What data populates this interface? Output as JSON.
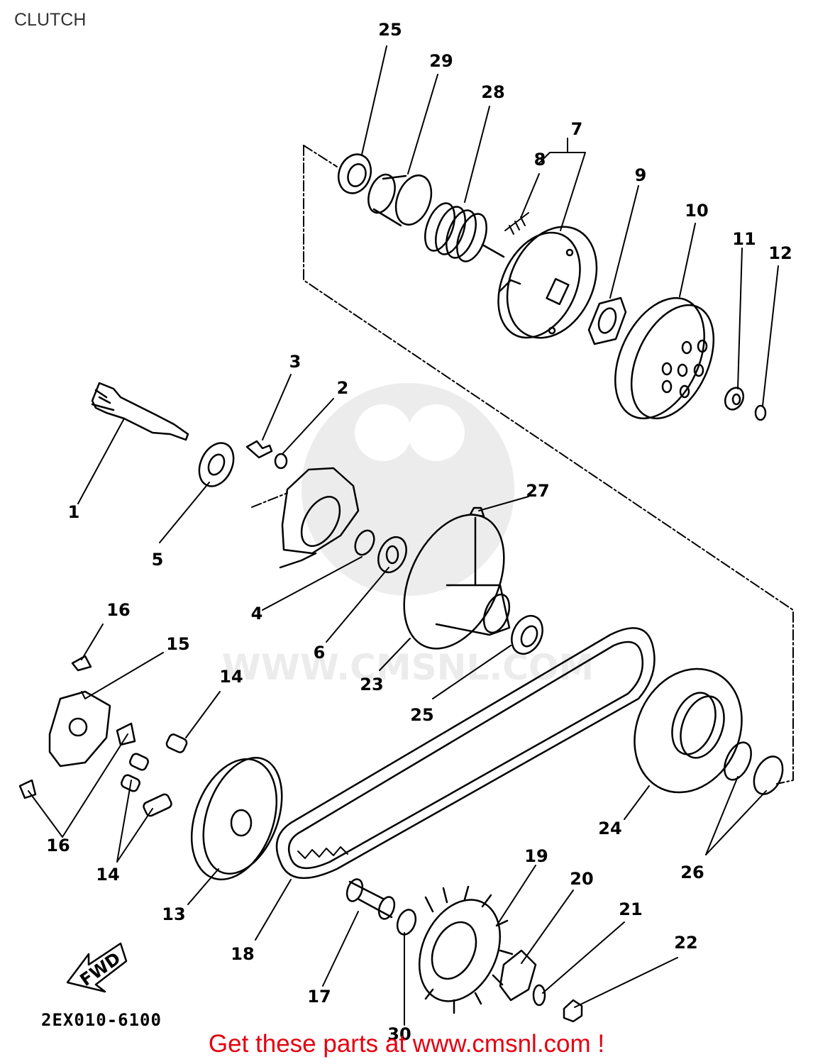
{
  "page_title": "CLUTCH",
  "callouts": [
    {
      "id": "25a",
      "label": "25"
    },
    {
      "id": "29",
      "label": "29"
    },
    {
      "id": "28",
      "label": "28"
    },
    {
      "id": "7",
      "label": "7"
    },
    {
      "id": "8",
      "label": "8"
    },
    {
      "id": "9",
      "label": "9"
    },
    {
      "id": "10",
      "label": "10"
    },
    {
      "id": "11",
      "label": "11"
    },
    {
      "id": "12",
      "label": "12"
    },
    {
      "id": "3",
      "label": "3"
    },
    {
      "id": "2",
      "label": "2"
    },
    {
      "id": "1",
      "label": "1"
    },
    {
      "id": "5",
      "label": "5"
    },
    {
      "id": "27",
      "label": "27"
    },
    {
      "id": "4",
      "label": "4"
    },
    {
      "id": "6",
      "label": "6"
    },
    {
      "id": "23",
      "label": "23"
    },
    {
      "id": "25b",
      "label": "25"
    },
    {
      "id": "16a",
      "label": "16"
    },
    {
      "id": "15",
      "label": "15"
    },
    {
      "id": "14a",
      "label": "14"
    },
    {
      "id": "16b",
      "label": "16"
    },
    {
      "id": "14b",
      "label": "14"
    },
    {
      "id": "24",
      "label": "24"
    },
    {
      "id": "26",
      "label": "26"
    },
    {
      "id": "13",
      "label": "13"
    },
    {
      "id": "18",
      "label": "18"
    },
    {
      "id": "19",
      "label": "19"
    },
    {
      "id": "20",
      "label": "20"
    },
    {
      "id": "21",
      "label": "21"
    },
    {
      "id": "22",
      "label": "22"
    },
    {
      "id": "17",
      "label": "17"
    },
    {
      "id": "30",
      "label": "30"
    }
  ],
  "fwd_label": "FWD",
  "watermark_text": "WWW.CMSNL.COM",
  "part_code": "2EX010-6100",
  "footer_text": "Get these parts at www.cmsnl.com !"
}
